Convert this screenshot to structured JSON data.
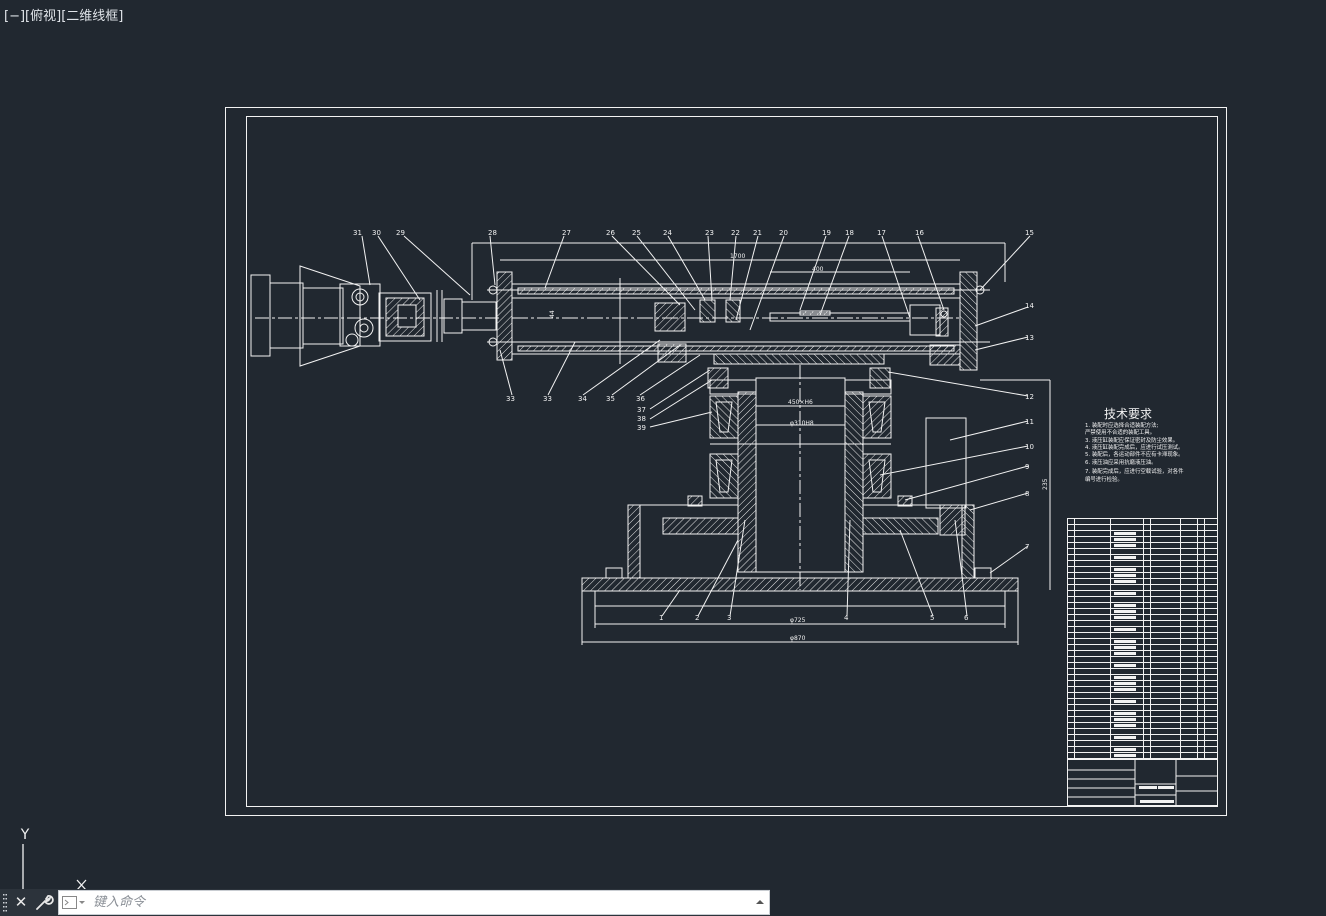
{
  "viewport": {
    "minus": "[−]",
    "view": "[俯视]",
    "style": "[二维线框]"
  },
  "ucs": {
    "y_label": "Y",
    "x_label": "X"
  },
  "drawing": {
    "tech_title": "技术要求",
    "tech_lines": [
      "1. 装配时应选择合适装配方法;",
      "   严禁使用不合适的装配工具。",
      "3. 液压缸装配应保证密封及防尘效果。",
      "4. 液压缸装配完成后，应进行试压测试。",
      "5. 装配后，各运动部件不应有卡滞现象。",
      "6. 液压油应采用抗磨液压油。",
      "7. 装配完成后，应进行空载试验，对各件",
      "   编号进行检验。"
    ],
    "dims": {
      "d1700": "1700",
      "d400": "400",
      "d870": "φ870",
      "d725": "φ725",
      "d450": "450×H6",
      "d310": "φ310H8",
      "d235": "235",
      "d44": "44"
    },
    "callouts_top": [
      "31",
      "30",
      "29",
      "28",
      "27",
      "26",
      "25",
      "24",
      "23",
      "22",
      "21",
      "20",
      "19",
      "18",
      "17",
      "16",
      "15"
    ],
    "callouts_bottom": [
      "33",
      "33",
      "34",
      "35",
      "36"
    ],
    "callouts_left_mid": [
      "37",
      "38",
      "39"
    ],
    "callouts_right": [
      "14",
      "13",
      "12",
      "11",
      "10",
      "9",
      "8",
      "7"
    ],
    "callouts_base": [
      "1",
      "2",
      "3",
      "4",
      "5",
      "6"
    ]
  },
  "command": {
    "close_glyph": "✕",
    "placeholder": "键入命令"
  },
  "colors": {
    "background": "#212830",
    "line": "#f2f2f2",
    "command_bar": "#2c333b"
  }
}
